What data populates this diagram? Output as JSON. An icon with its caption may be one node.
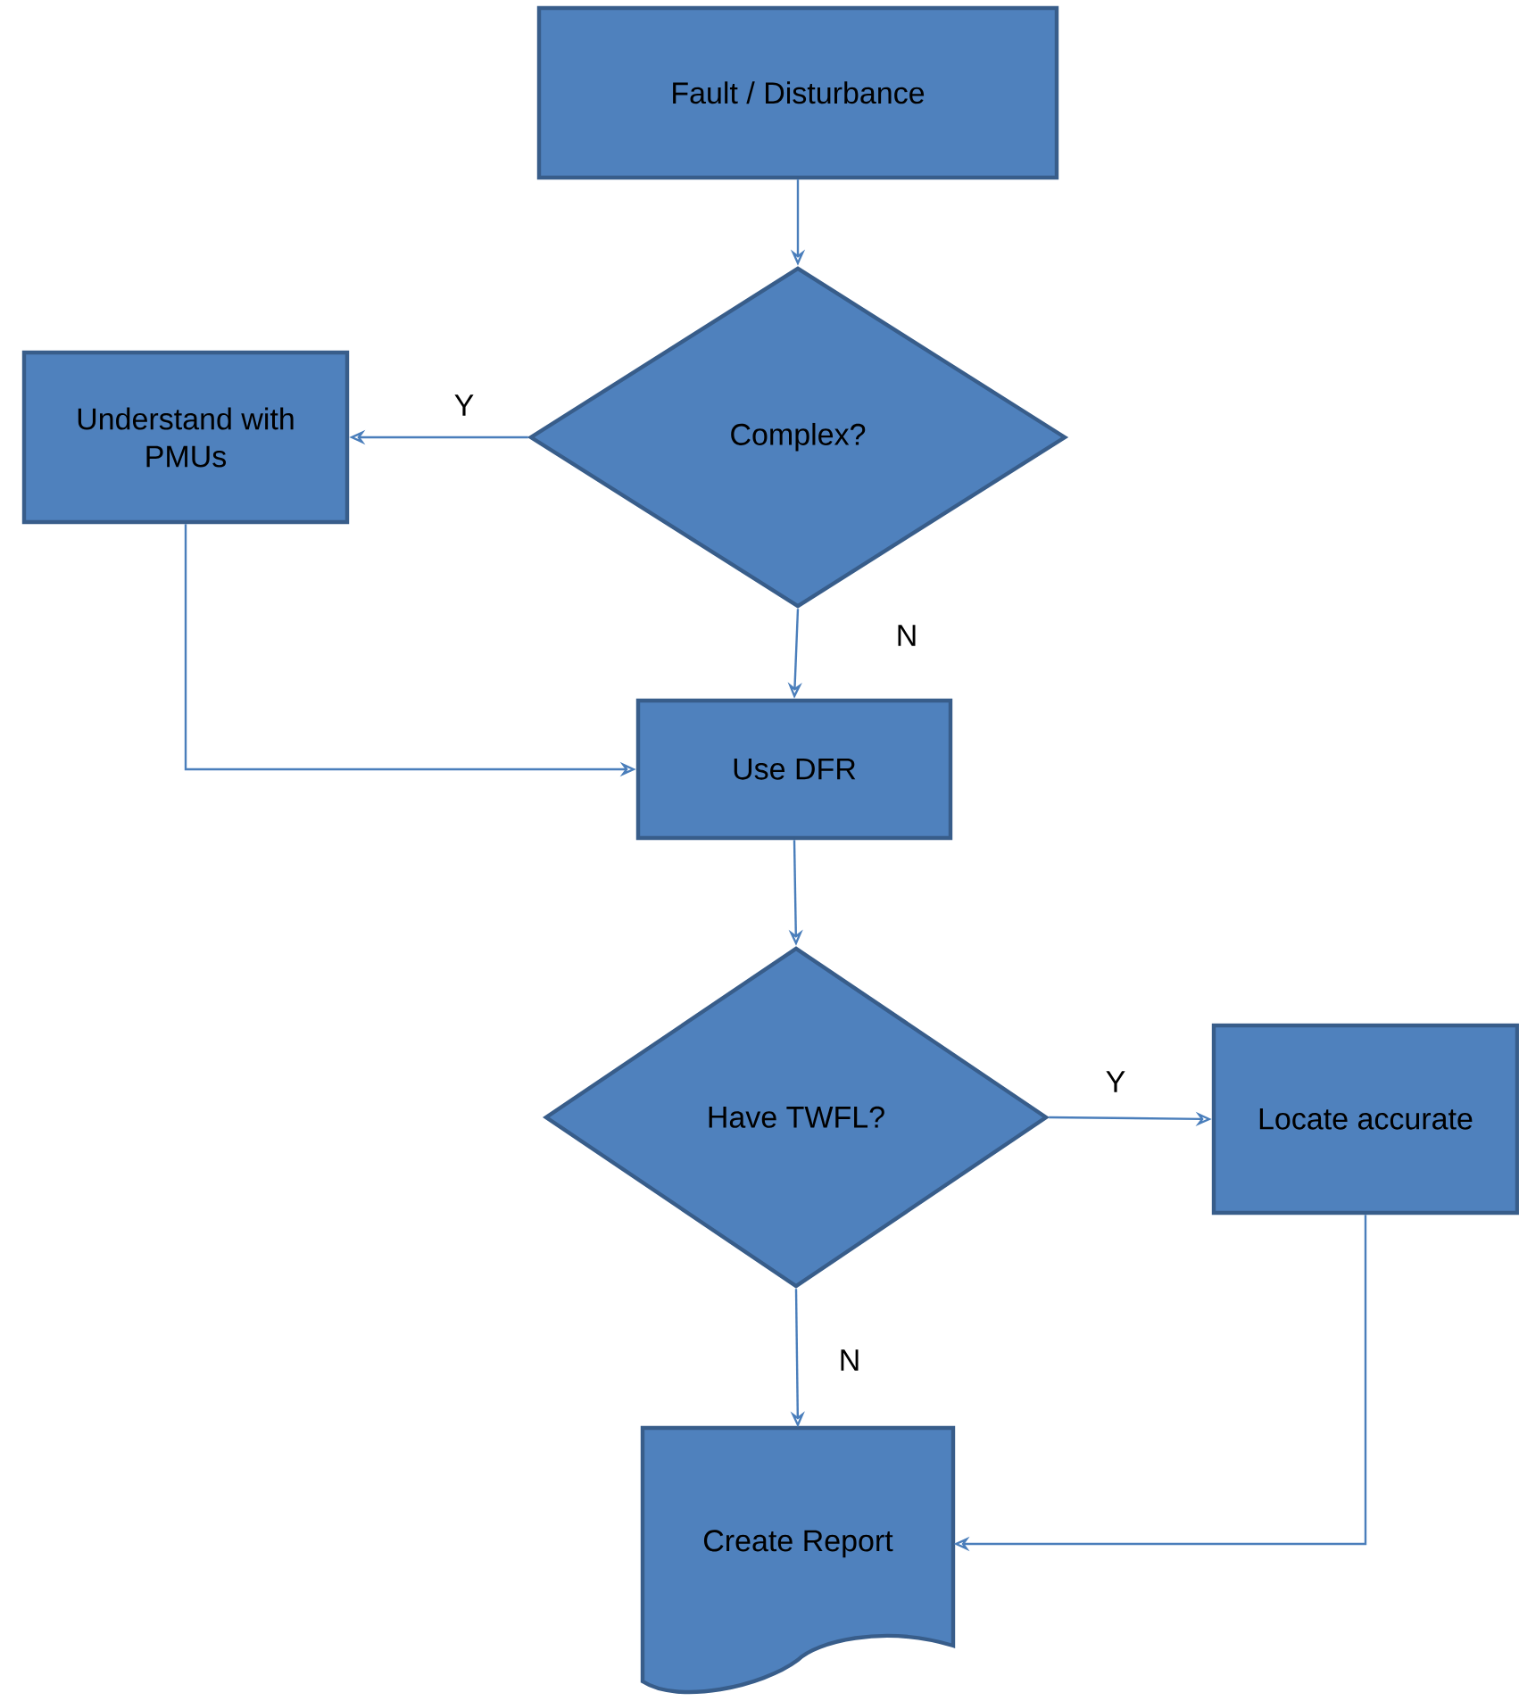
{
  "diagram": {
    "nodes": [
      {
        "text": [
          "Fault / Disturbance"
        ]
      },
      {
        "text": [
          "Complex?"
        ]
      },
      {
        "text": [
          "Understand with PMUs"
        ]
      },
      {
        "text": [
          "Use DFR"
        ]
      },
      {
        "text": [
          "Have TWFL?"
        ]
      },
      {
        "text": [
          "Locate accurate"
        ]
      },
      {
        "text": [
          "Create Report"
        ]
      }
    ],
    "edges": [
      {
        "from": 0,
        "to": 1,
        "arrow": "to"
      },
      {
        "from": 1,
        "to": 2,
        "arrow": "to",
        "label": "Y"
      },
      {
        "from": 1,
        "to": 3,
        "arrow": "to",
        "label": "N"
      },
      {
        "from": 2,
        "to": 3,
        "arrow": "to"
      },
      {
        "from": 3,
        "to": 4,
        "arrow": "to"
      },
      {
        "from": 4,
        "to": 5,
        "arrow": "to",
        "label": "Y"
      },
      {
        "from": 4,
        "to": 6,
        "arrow": "to",
        "label": "N"
      },
      {
        "from": 5,
        "to": 6,
        "arrow": "to"
      }
    ]
  }
}
